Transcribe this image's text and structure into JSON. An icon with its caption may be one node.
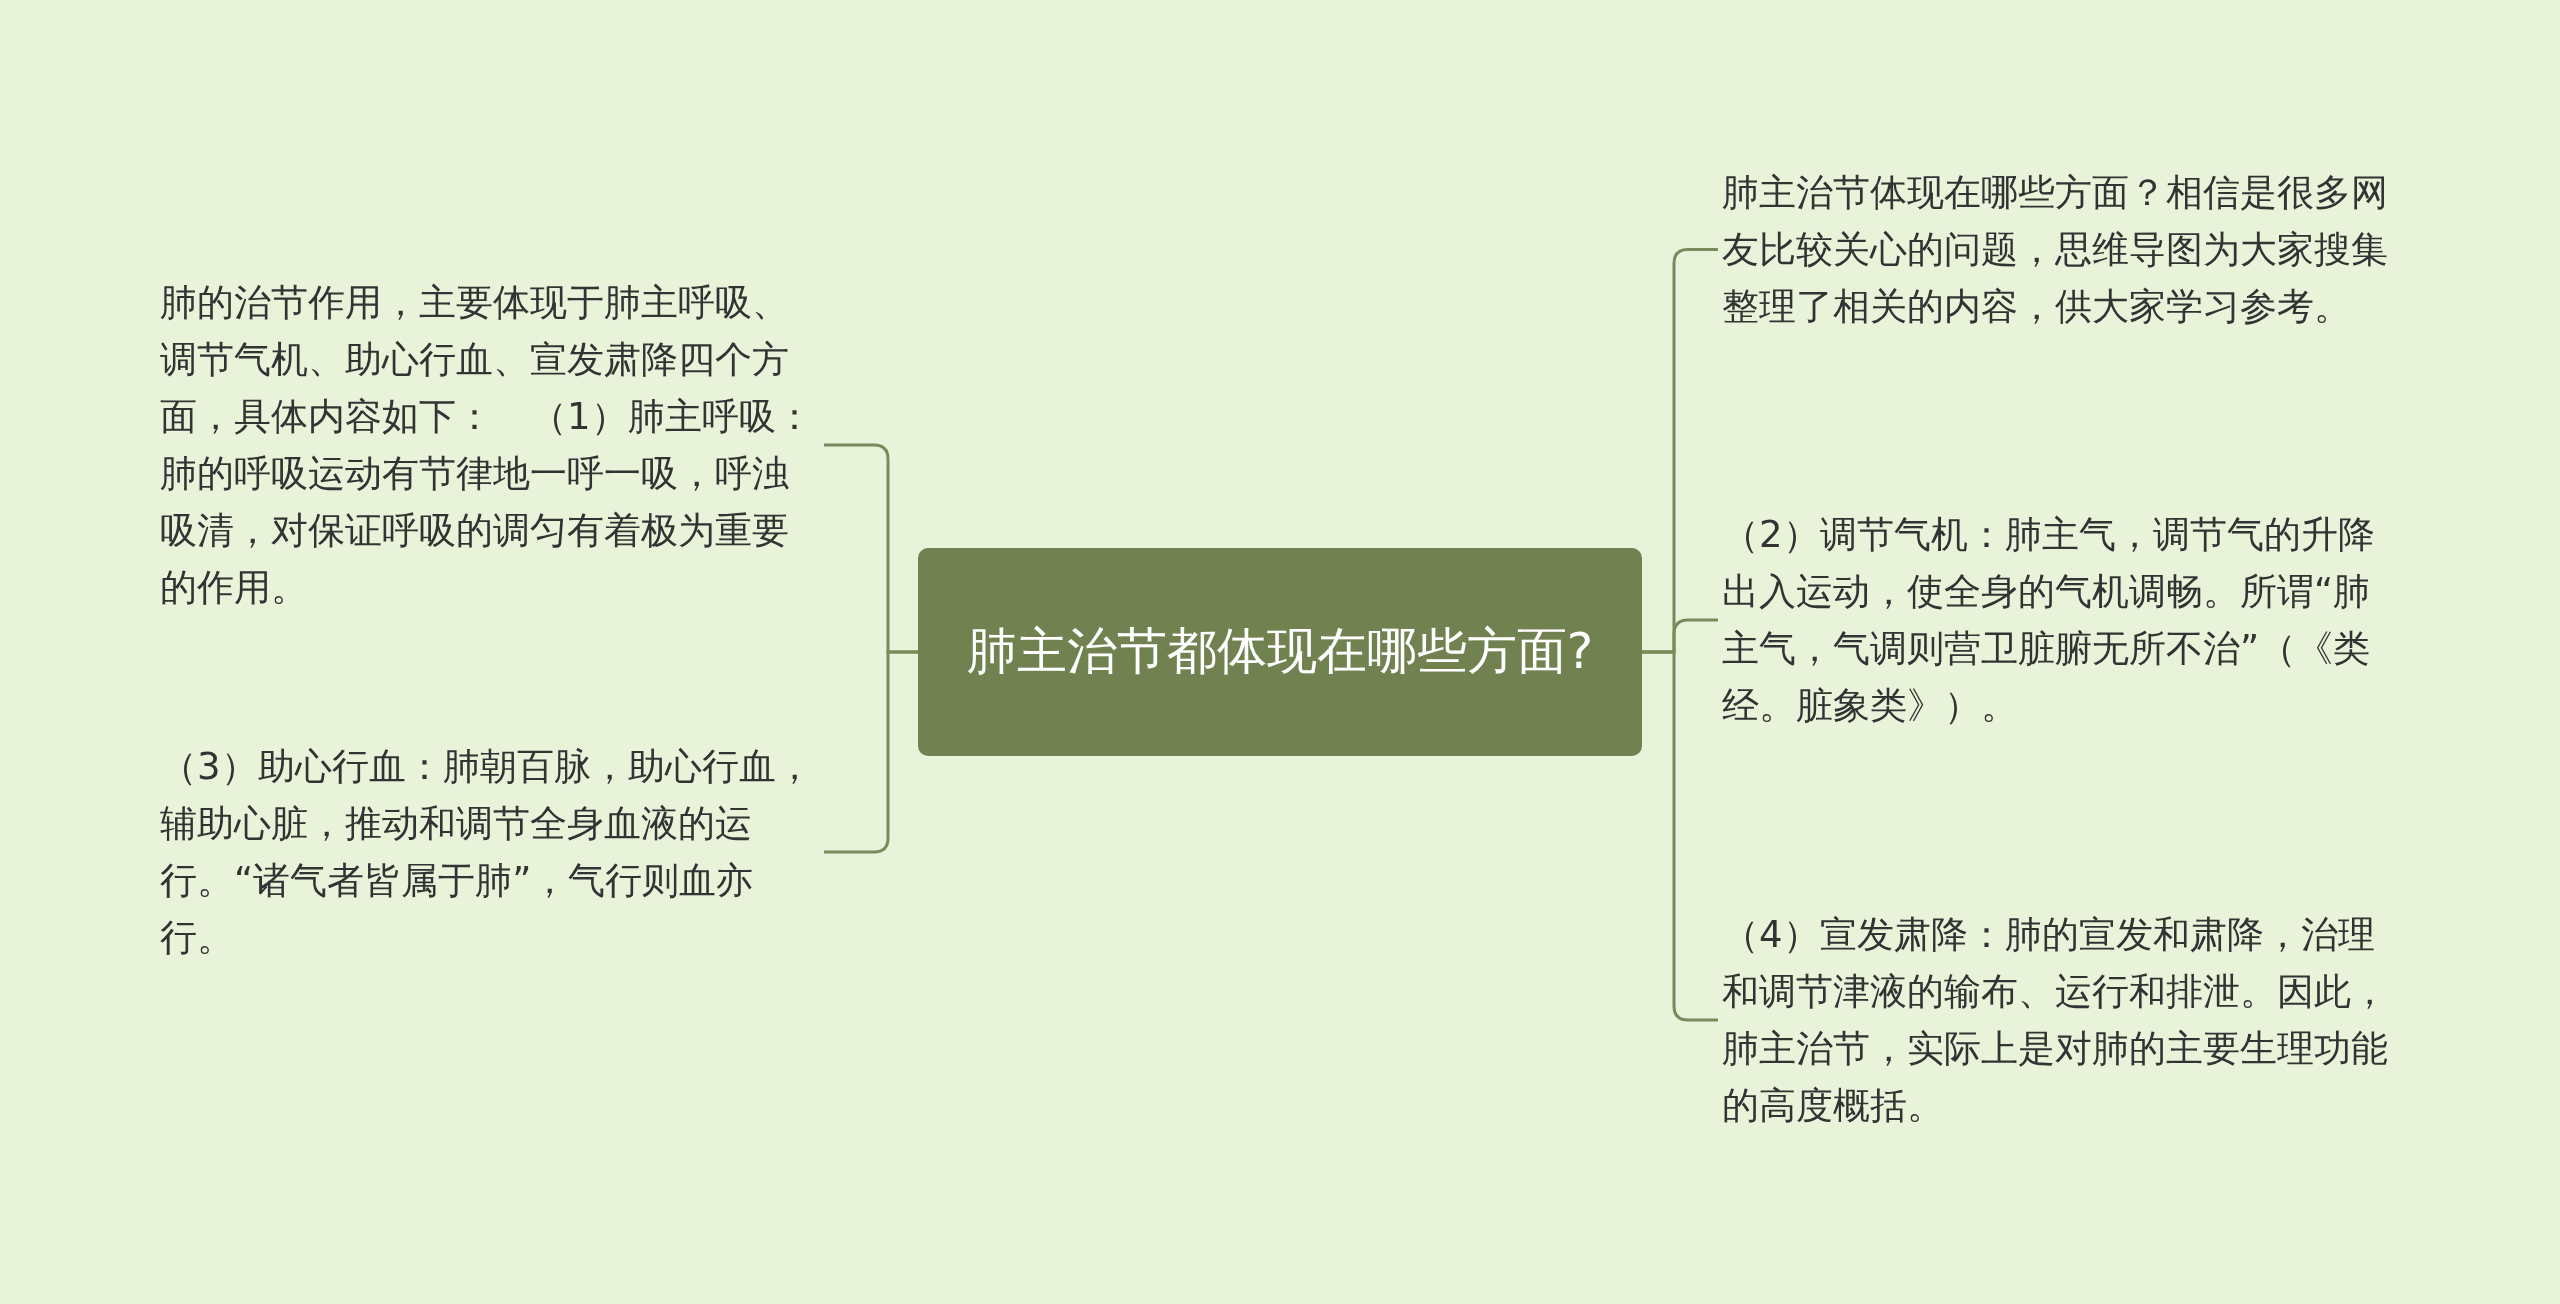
{
  "diagram": {
    "nodes": [
      {
        "text": [
          "肺主治节都体现在哪些方面?"
        ]
      },
      {
        "text": [
          "肺的治节作用，主要体现于肺主呼吸、调节气机、助心行血、宣发肃降四个方面，具体内容如下：　（1）肺主呼吸：肺的呼吸运动有节律地一呼一吸，呼浊吸清，对保证呼吸的调匀有着极为重要的作用。"
        ]
      },
      {
        "text": [
          "（3）助心行血：肺朝百脉，助心行血，辅助心脏，推动和调节全身血液的运行。“诸气者皆属于肺”，气行则血亦行。"
        ]
      },
      {
        "text": [
          "肺主治节体现在哪些方面？相信是很多网友比较关心的问题，思维导图为大家搜集整理了相关的内容，供大家学习参考。"
        ]
      },
      {
        "text": [
          "（2）调节气机：肺主气，调节气的升降出入运动，使全身的气机调畅。所谓“肺主气，气调则营卫脏腑无所不治”（《类经。脏象类》）。"
        ]
      },
      {
        "text": [
          "（4）宣发肃降：肺的宣发和肃降，治理和调节津液的输布、运行和排泄。因此，肺主治节，实际上是对肺的主要生理功能的高度概括。"
        ]
      }
    ],
    "edges": [
      {
        "from": 0,
        "to": 1,
        "arrow": "none"
      },
      {
        "from": 0,
        "to": 2,
        "arrow": "none"
      },
      {
        "from": 0,
        "to": 3,
        "arrow": "none"
      },
      {
        "from": 0,
        "to": 4,
        "arrow": "none"
      },
      {
        "from": 0,
        "to": 5,
        "arrow": "none"
      }
    ]
  }
}
